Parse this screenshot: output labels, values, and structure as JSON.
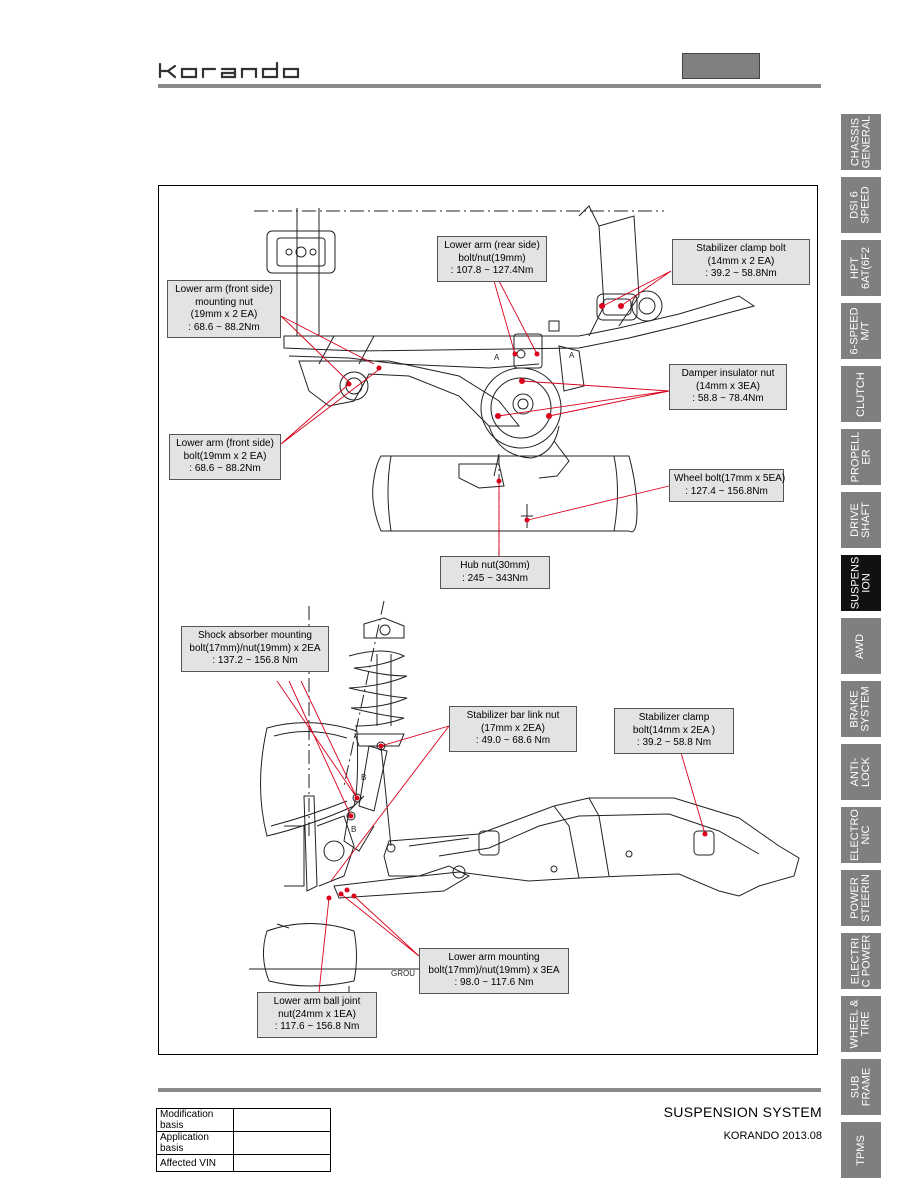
{
  "header": {
    "logo_text": "korando"
  },
  "callouts": [
    {
      "id": "lower-arm-front-nut",
      "lines": [
        "Lower arm (front side)",
        "mounting nut",
        "(19mm x 2 EA)",
        ": 68.6 ~ 88.2Nm"
      ]
    },
    {
      "id": "lower-arm-rear-bolt",
      "lines": [
        "Lower arm (rear side)",
        "bolt/nut(19mm)",
        ": 107.8 ~ 127.4Nm"
      ]
    },
    {
      "id": "stabilizer-clamp-bolt",
      "lines": [
        "Stabilizer clamp bolt",
        "(14mm x 2 EA)",
        ": 39.2 ~ 58.8Nm"
      ]
    },
    {
      "id": "damper-insulator-nut",
      "lines": [
        "Damper insulator nut",
        "(14mm x 3EA)",
        ": 58.8 ~ 78.4Nm"
      ]
    },
    {
      "id": "lower-arm-front-bolt",
      "lines": [
        "Lower arm (front side)",
        "bolt(19mm x 2 EA)",
        ": 68.6 ~ 88.2Nm"
      ]
    },
    {
      "id": "wheel-bolt",
      "lines": [
        "Wheel bolt(17mm x 5EA)",
        ": 127.4 ~ 156.8Nm"
      ]
    },
    {
      "id": "hub-nut",
      "lines": [
        "Hub nut(30mm)",
        ": 245 ~ 343Nm"
      ]
    },
    {
      "id": "shock-absorber-bolt",
      "lines": [
        "Shock absorber mounting",
        "bolt(17mm)/nut(19mm) x 2EA",
        ": 137.2 ~ 156.8 Nm"
      ]
    },
    {
      "id": "stabilizer-link-nut",
      "lines": [
        "Stabilizer bar link nut",
        "(17mm x 2EA)",
        ": 49.0 ~ 68.6 Nm"
      ]
    },
    {
      "id": "stabilizer-clamp",
      "lines": [
        "Stabilizer clamp",
        "bolt(14mm x 2EA )",
        ": 39.2 ~ 58.8 Nm"
      ]
    },
    {
      "id": "lower-arm-mounting",
      "lines": [
        "Lower arm mounting",
        "bolt(17mm)/nut(19mm) x 3EA",
        ": 98.0 ~ 117.6 Nm"
      ]
    },
    {
      "id": "ball-joint-nut",
      "lines": [
        "Lower arm ball joint",
        "nut(24mm x 1EA)",
        ": 117.6 ~ 156.8 Nm"
      ]
    }
  ],
  "diagram_labels": {
    "section_a_left": "A",
    "section_a_right": "A",
    "section_b_top": "B",
    "section_b_bottom": "B",
    "ground": "GROU"
  },
  "side_tabs": [
    {
      "lines": [
        "CHASSIS",
        "GENERAL"
      ],
      "active": false
    },
    {
      "lines": [
        "DSI 6",
        "SPEED"
      ],
      "active": false
    },
    {
      "lines": [
        "HPT",
        "6AT(6F2"
      ],
      "active": false
    },
    {
      "lines": [
        "6-SPEED",
        "M/T"
      ],
      "active": false
    },
    {
      "lines": [
        "CLUTCH"
      ],
      "active": false
    },
    {
      "lines": [
        "PROPELL",
        "ER"
      ],
      "active": false
    },
    {
      "lines": [
        "DRIVE",
        "SHAFT"
      ],
      "active": false
    },
    {
      "lines": [
        "SUSPENS",
        "ION"
      ],
      "active": true
    },
    {
      "lines": [
        "AWD"
      ],
      "active": false
    },
    {
      "lines": [
        "BRAKE",
        "SYSTEM"
      ],
      "active": false
    },
    {
      "lines": [
        "ANTI-",
        "LOCK"
      ],
      "active": false
    },
    {
      "lines": [
        "ELECTRO",
        "NIC"
      ],
      "active": false
    },
    {
      "lines": [
        "POWER",
        "STEERIN"
      ],
      "active": false
    },
    {
      "lines": [
        "ELECTRI",
        "C POWER"
      ],
      "active": false
    },
    {
      "lines": [
        "WHEEL &",
        "TIRE"
      ],
      "active": false
    },
    {
      "lines": [
        "SUB",
        "FRAME"
      ],
      "active": false
    },
    {
      "lines": [
        "TPMS"
      ],
      "active": false
    }
  ],
  "info_table": [
    {
      "label": "Modification basis",
      "value": ""
    },
    {
      "label": "Application basis",
      "value": ""
    },
    {
      "label": "Affected VIN",
      "value": ""
    }
  ],
  "footer": {
    "title": "SUSPENSION SYSTEM",
    "subtitle": "KORANDO 2013.08"
  },
  "colors": {
    "leader": "#d9001b",
    "callout_bg": "#e3e3e3",
    "tab_bg": "#7f7f7f",
    "tab_active": "#111111"
  }
}
